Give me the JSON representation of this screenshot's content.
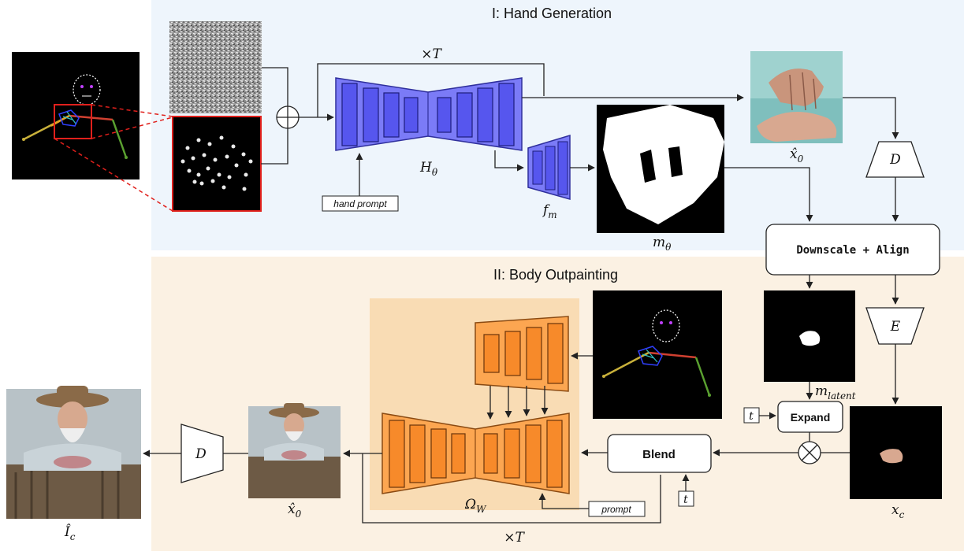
{
  "colors": {
    "stage1_bg": "#eef5fc",
    "stage2_bg": "#fbf1e3",
    "inner_bg": "#f9dcb4",
    "blue_fill": "#7b7bf7",
    "blue_stroke": "#2f2f9c",
    "orange_fill": "#fca651",
    "orange_stroke": "#8a4a12",
    "line": "#222222",
    "red": "#e0201c",
    "skin": "#d8a890"
  },
  "stage1": {
    "title": "I: Hand Generation"
  },
  "stage2": {
    "title": "II: Body Outpainting"
  },
  "labels": {
    "times_T_top": "×T",
    "times_T_bottom": "×T",
    "h_theta": "H",
    "h_theta_sub": "θ",
    "f_m": "f",
    "f_m_sub": "m",
    "m_theta": "m",
    "m_theta_sub": "θ",
    "x0_hat_top": "x̂",
    "x0_hat_top_sub": "0",
    "x0_hat_bottom": "x̂",
    "x0_hat_bottom_sub": "0",
    "D_top": "D",
    "D_bottom": "D",
    "E": "E",
    "m_latent": "m",
    "m_latent_sub": "latent",
    "x_c": "x",
    "x_c_sub": "c",
    "omega": "Ω",
    "omega_sub": "W",
    "I_c": "Î",
    "I_c_sub": "c",
    "t_expand": "t",
    "t_blend": "t"
  },
  "prompts": {
    "hand": "hand prompt",
    "body": "prompt"
  },
  "boxes": {
    "downscale_align": "Downscale + Align",
    "expand": "Expand",
    "blend": "Blend"
  },
  "icons": [
    "plus-circle-icon",
    "times-circle-icon"
  ]
}
